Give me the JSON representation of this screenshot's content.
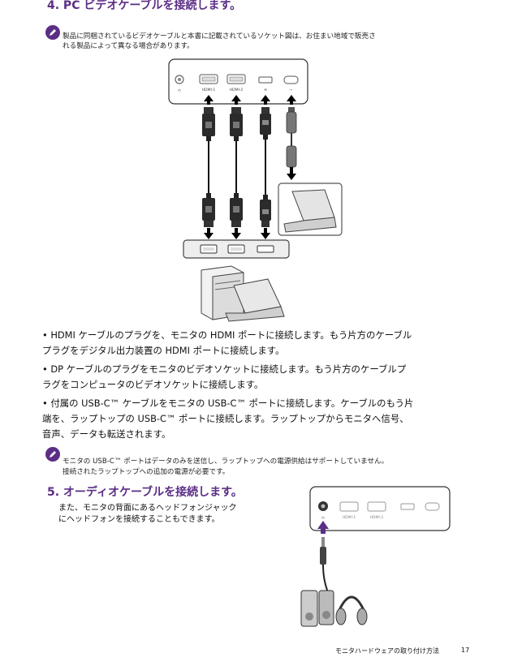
{
  "section4": {
    "heading": "4. PC ビデオケーブルを接続します。",
    "note": {
      "icon": "pencil-icon",
      "lines": [
        "製品に同梱されているビデオケーブルと本書に記載されているソケット図は、お住まい地域で販売さ",
        "れる製品によって異なる場合があります。"
      ]
    },
    "monitor_ports": [
      "HDMI-1",
      "HDMI-2",
      "DP",
      "USB-C"
    ],
    "bullets": [
      [
        "• HDMI ケーブルのプラグを、モニタの HDMI ポートに接続します。もう片方のケーブル",
        "  プラグをデジタル出力装置の HDMI ポートに接続します。"
      ],
      [
        "• DP ケーブルのプラグをモニタのビデオソケットに接続します。もう片方のケーブルプ",
        "  ラグをコンピュータのビデオソケットに接続します。"
      ],
      [
        "• 付属の USB-C™ ケーブルをモニタの USB-C™ ポートに接続します。ケーブルのもう片",
        "  端を、ラップトップの USB-C™ ポートに接続します。ラップトップからモニタへ信号、",
        "  音声、データも転送されます。"
      ]
    ],
    "note2": {
      "icon": "pencil-icon",
      "lines": [
        "モニタの USB-C™ ポートはデータのみを送信し、ラップトップへの電源供給はサポートしていません。",
        "接続されたラップトップへの追加の電源が必要です。"
      ]
    }
  },
  "section5": {
    "heading": "5. オーディオケーブルを接続します。",
    "lines": [
      "また、モニタの背面にあるヘッドフォンジャック",
      "にヘッドフォンを接続することもできます。"
    ],
    "monitor_ports": [
      "HDMI-1",
      "HDMI-2"
    ]
  },
  "footer": {
    "title": "モニタハードウェアの取り付け方法",
    "page_number": "17"
  },
  "colors": {
    "accent": "#5b2e86",
    "arrow": "#000000"
  }
}
